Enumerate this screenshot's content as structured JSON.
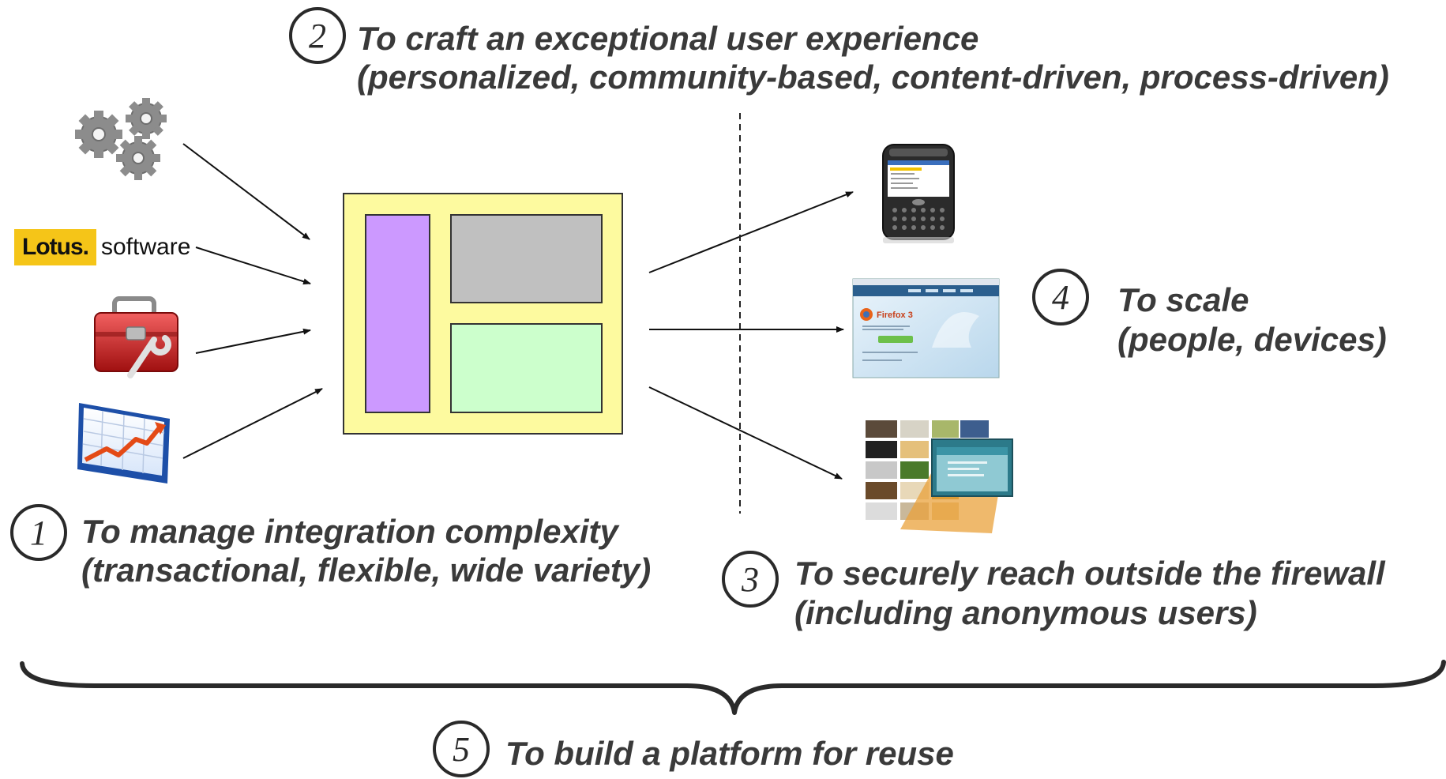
{
  "goals": [
    {
      "number": "1",
      "line1": "To manage integration complexity",
      "line2": "(transactional, flexible, wide variety)"
    },
    {
      "number": "2",
      "line1": "To craft an exceptional user experience",
      "line2": "(personalized, community-based, content-driven, process-driven)"
    },
    {
      "number": "3",
      "line1": "To securely reach outside the firewall",
      "line2": "(including anonymous users)"
    },
    {
      "number": "4",
      "line1": "To scale",
      "line2": "(people, devices)"
    },
    {
      "number": "5",
      "line1": "To build a platform for reuse"
    }
  ],
  "sources": {
    "icons": [
      "gears-icon",
      "lotus-software-logo",
      "toolbox-icon",
      "chart-icon"
    ],
    "lotus_brand": "Lotus.",
    "lotus_suffix": "software"
  },
  "outputs": {
    "icons": [
      "smartphone-icon",
      "browser-screenshot-icon",
      "web-pages-collage-icon"
    ],
    "browser_title": "Firefox 3"
  },
  "colors": {
    "portal_frame": "#fdfa9f",
    "portal_nav": "#cc99ff",
    "portal_top_panel": "#c0c0c0",
    "portal_bottom_panel": "#ccffcc",
    "text": "#3a3a3a"
  }
}
